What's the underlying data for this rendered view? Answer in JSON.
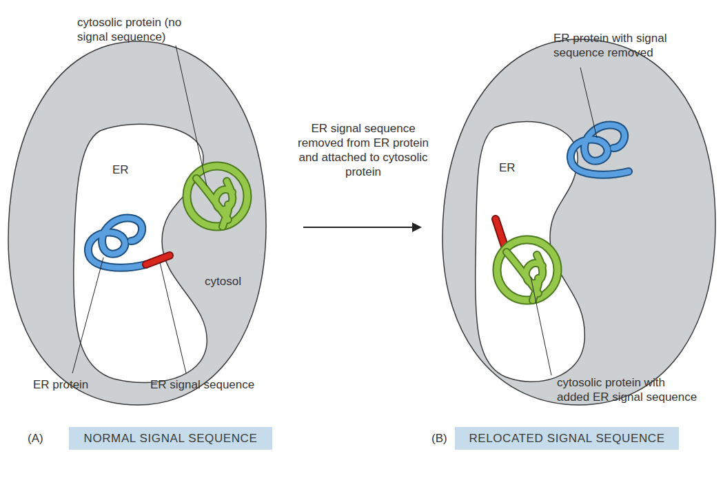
{
  "diagram": {
    "nodes": [
      {
        "text": [
          "cytosol"
        ]
      },
      {
        "text": [
          "ER"
        ],
        "in": 0
      },
      {
        "text": [
          "ER"
        ]
      },
      {
        "text": [
          "NORMAL SIGNAL SEQUENCE"
        ]
      },
      {
        "text": [
          "RELOCATED SIGNAL SEQUENCE"
        ]
      }
    ],
    "labels": [
      "cytosolic protein (no signal sequence)",
      "ER protein",
      "ER signal sequence",
      "ER signal sequence removed from ER protein and attached to cytosolic protein",
      "ER protein with signal sequence removed",
      "cytosolic protein with added ER signal sequence",
      "(A)",
      "(B)"
    ]
  }
}
